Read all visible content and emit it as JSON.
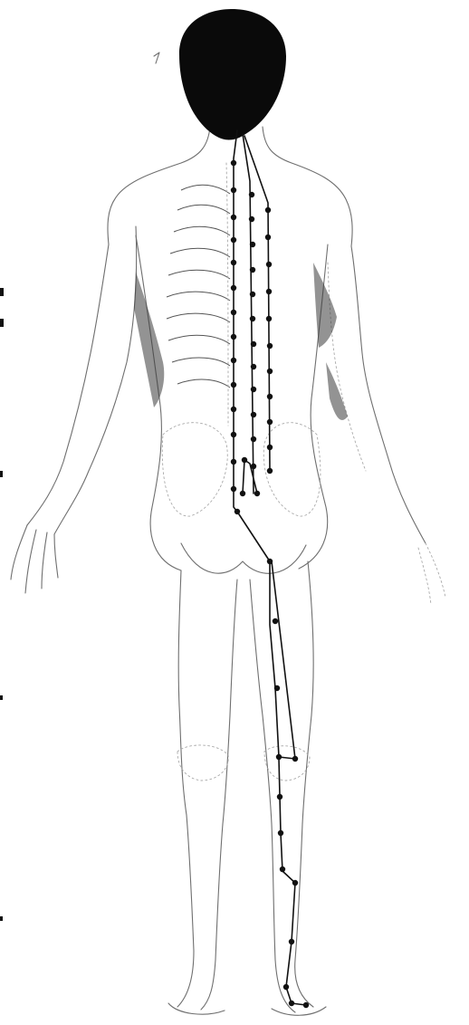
{
  "figure": {
    "view": "posterior",
    "colors": {
      "background": "#ffffff",
      "meridian_line": "#111111",
      "acupoint": "#111111",
      "hair": "#0a0a0a",
      "sketch": "#6f6f6f"
    },
    "meridian_paths": [
      "inner-back-line-left",
      "inner-back-line-right",
      "outer-back-line",
      "leg-posterior-line",
      "calf-lateral-line"
    ]
  }
}
